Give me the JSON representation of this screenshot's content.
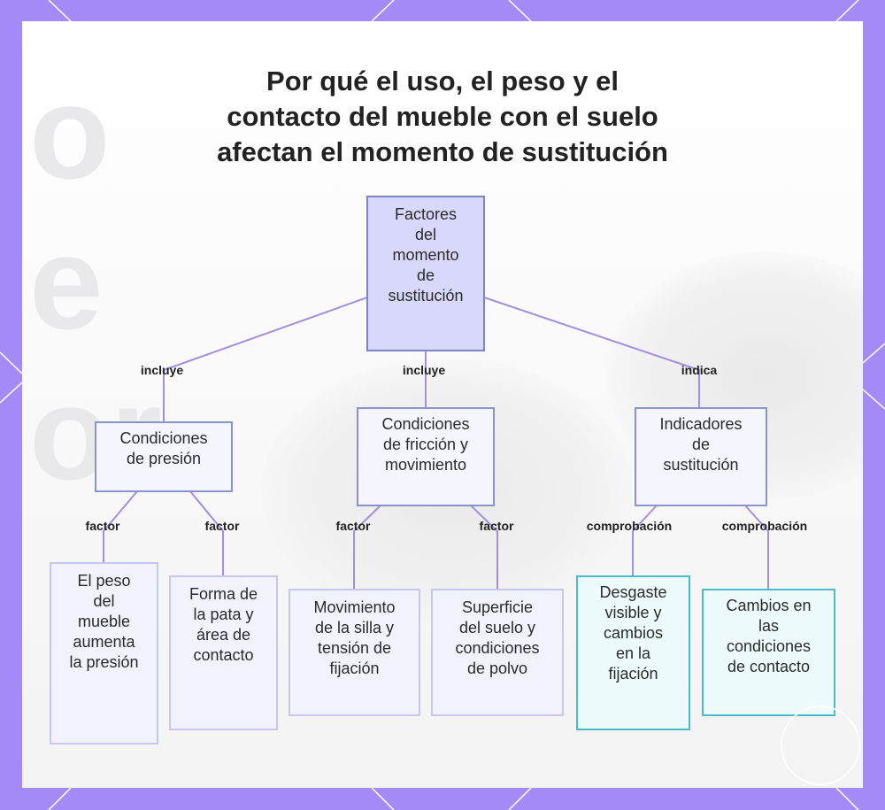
{
  "title": {
    "lines": [
      "Por qué el uso, el peso y el",
      "contacto del mueble con el suelo",
      "afectan el momento de sustitución"
    ]
  },
  "nodes": {
    "root": [
      "Factores",
      "del",
      "momento",
      "de",
      "sustitución"
    ],
    "presion": [
      "Condiciones",
      "de presión"
    ],
    "friccion": [
      "Condiciones",
      "de fricción y",
      "movimiento"
    ],
    "indicadores": [
      "Indicadores",
      "de",
      "sustitución"
    ],
    "peso": [
      "El peso",
      "del",
      "mueble",
      "aumenta",
      "la presión"
    ],
    "forma": [
      "Forma de",
      "la pata y",
      "área de",
      "contacto"
    ],
    "movimiento": [
      "Movimiento",
      "de la silla y",
      "tensión de",
      "fijación"
    ],
    "superficie": [
      "Superficie",
      "del suelo y",
      "condiciones",
      "de polvo"
    ],
    "desgaste": [
      "Desgaste",
      "visible y",
      "cambios",
      "en la",
      "fijación"
    ],
    "cambios": [
      "Cambios en",
      "las",
      "condiciones",
      "de contacto"
    ]
  },
  "edge_labels": {
    "root_presion": "incluye",
    "root_friccion": "incluye",
    "root_indicadores": "indica",
    "presion_peso": "factor",
    "presion_forma": "factor",
    "friccion_movimiento": "factor",
    "friccion_superficie": "factor",
    "indicadores_desgaste": "comprobación",
    "indicadores_cambios": "comprobación"
  },
  "colors": {
    "frame": "#a38af7",
    "connector": "#a58ee0",
    "root_fill": "#d7d8fb",
    "root_border": "#7b85c2",
    "leaf_border": "#c4c8ee",
    "check_border": "#49bccc"
  }
}
